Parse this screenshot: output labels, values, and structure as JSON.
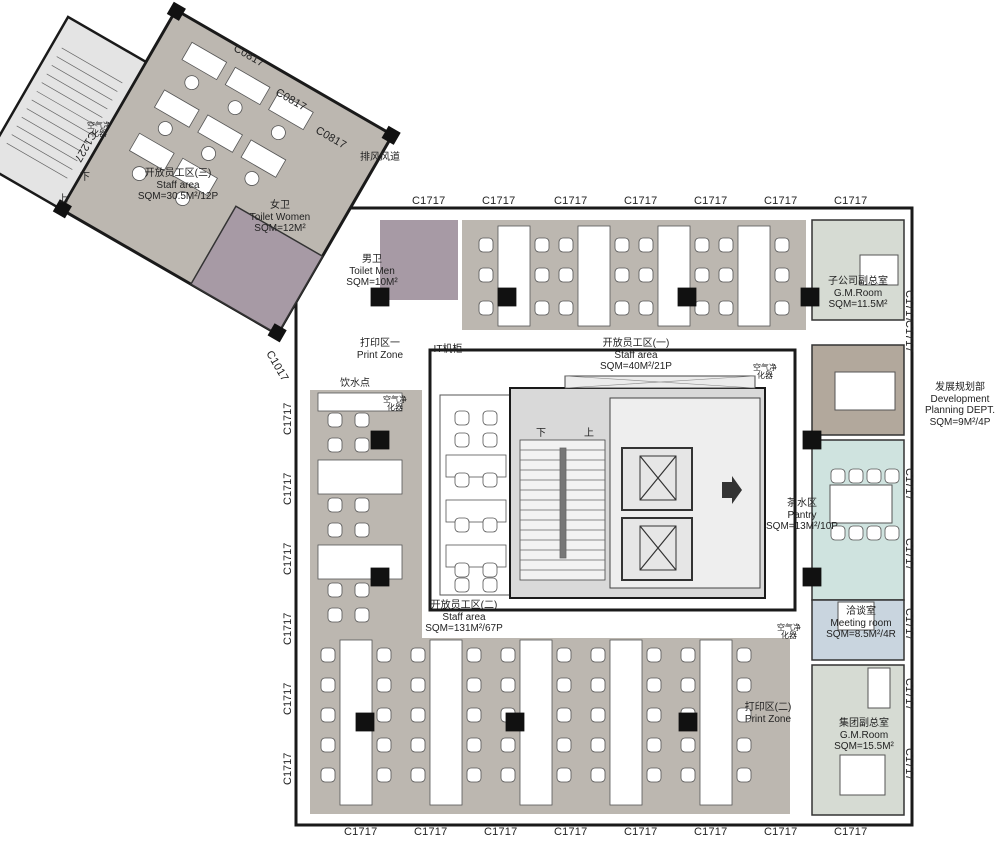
{
  "window_codes": {
    "c0817": "C0817",
    "c1717": "C1717",
    "c1017": "C1017",
    "c1227": "C1227"
  },
  "stair_labels": {
    "up": "上",
    "down": "下"
  },
  "air_purifier": [
    "空气净",
    "化器"
  ],
  "rooms": {
    "staff_area_3": {
      "zh": "开放员工区(三)",
      "en": "Staff area",
      "sqm": "SQM=30.5M²/12P"
    },
    "toilet_women": {
      "zh": "女卫",
      "en": "Toilet Women",
      "sqm": "SQM=12M²"
    },
    "exhaust_duct": {
      "zh": "排风风道"
    },
    "toilet_men": {
      "zh": "男卫",
      "en": "Toilet Men",
      "sqm": "SQM=10M²"
    },
    "print_zone_1": {
      "zh": "打印区一",
      "en": "Print Zone"
    },
    "it_cabinet": {
      "zh": "IT机柜"
    },
    "water_point": {
      "zh": "饮水点"
    },
    "staff_area_1": {
      "zh": "开放员工区(一)",
      "en": "Staff area",
      "sqm": "SQM=40M²/21P"
    },
    "sub_gm_room": {
      "zh": "子公司副总室",
      "en": "G.M.Room",
      "sqm": "SQM=11.5M²"
    },
    "dev_planning": {
      "zh": "发展规划部",
      "en1": "Development",
      "en2": "Planning DEPT.",
      "sqm": "SQM=9M²/4P"
    },
    "pantry": {
      "zh": "茶水区",
      "en": "Pantry",
      "sqm": "SQM=13M²/10P"
    },
    "staff_area_2": {
      "zh": "开放员工区(二)",
      "en": "Staff area",
      "sqm": "SQM=131M²/67P"
    },
    "meeting_room": {
      "zh": "洽谈室",
      "en": "Meeting room",
      "sqm": "SQM=8.5M²/4R"
    },
    "print_zone_2": {
      "zh": "打印区(二)",
      "en": "Print Zone"
    },
    "group_vgm": {
      "zh": "集团副总室",
      "en": "G.M.Room",
      "sqm": "SQM=15.5M²"
    }
  },
  "colors": {
    "floor_grey": "#bcb7b0",
    "toilet_purple": "#a79aa5",
    "pantry_mint": "#cfe3df",
    "office_sage": "#d6dbd3",
    "meeting_blue": "#c9d5df",
    "dev_brown": "#b2a89c",
    "wall": "#1a1a1a",
    "core_grey": "#d9d9d9"
  }
}
